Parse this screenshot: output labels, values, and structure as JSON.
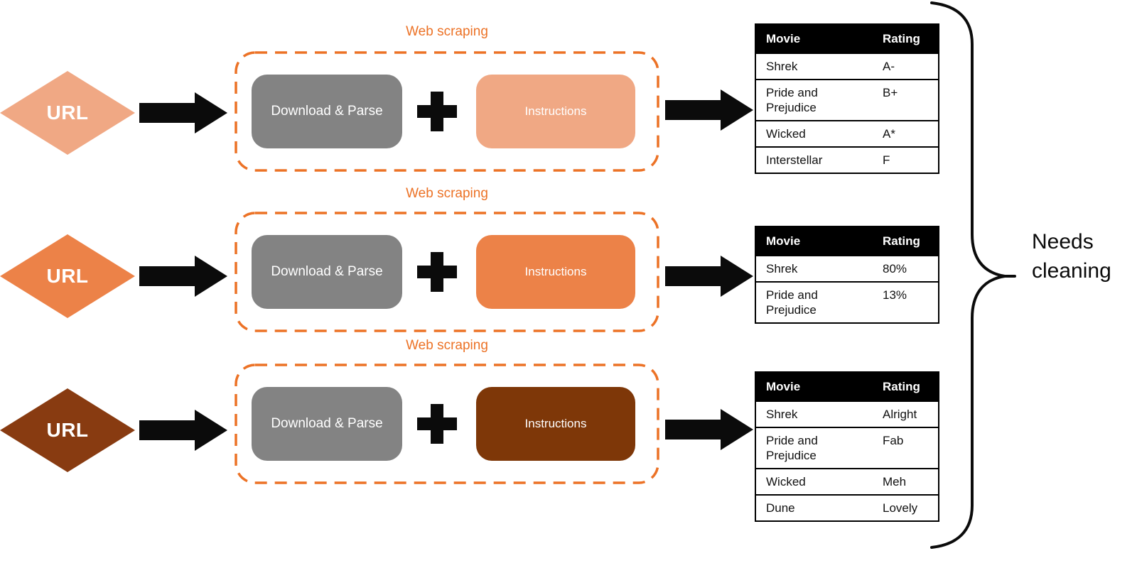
{
  "palette": {
    "accent_orange": "#EC7226",
    "gray_box": "#838383",
    "table_header_bg": "#000000",
    "row1_color": "#F0A884",
    "row2_color": "#EC8248",
    "row3_diamond_color": "#883B11",
    "row3_instructions_color": "#7E3708"
  },
  "brace": {
    "label": "Needs cleaning"
  },
  "rows": [
    {
      "diamond_label": "URL",
      "group_label": "Web scraping",
      "download_parse_label": "Download & Parse",
      "instructions_label": "Instructions",
      "table": {
        "headers": [
          "Movie",
          "Rating"
        ],
        "rows": [
          [
            "Shrek",
            "A-"
          ],
          [
            "Pride and Prejudice",
            "B+"
          ],
          [
            "Wicked",
            "A*"
          ],
          [
            "Interstellar",
            "F"
          ]
        ]
      }
    },
    {
      "diamond_label": "URL",
      "group_label": "Web scraping",
      "download_parse_label": "Download & Parse",
      "instructions_label": "Instructions",
      "table": {
        "headers": [
          "Movie",
          "Rating"
        ],
        "rows": [
          [
            "Shrek",
            "80%"
          ],
          [
            "Pride and Prejudice",
            "13%"
          ]
        ]
      }
    },
    {
      "diamond_label": "URL",
      "group_label": "Web scraping",
      "download_parse_label": "Download & Parse",
      "instructions_label": "Instructions",
      "table": {
        "headers": [
          "Movie",
          "Rating"
        ],
        "rows": [
          [
            "Shrek",
            "Alright"
          ],
          [
            "Pride and Prejudice",
            "Fab"
          ],
          [
            "Wicked",
            "Meh"
          ],
          [
            "Dune",
            "Lovely"
          ]
        ]
      }
    }
  ]
}
